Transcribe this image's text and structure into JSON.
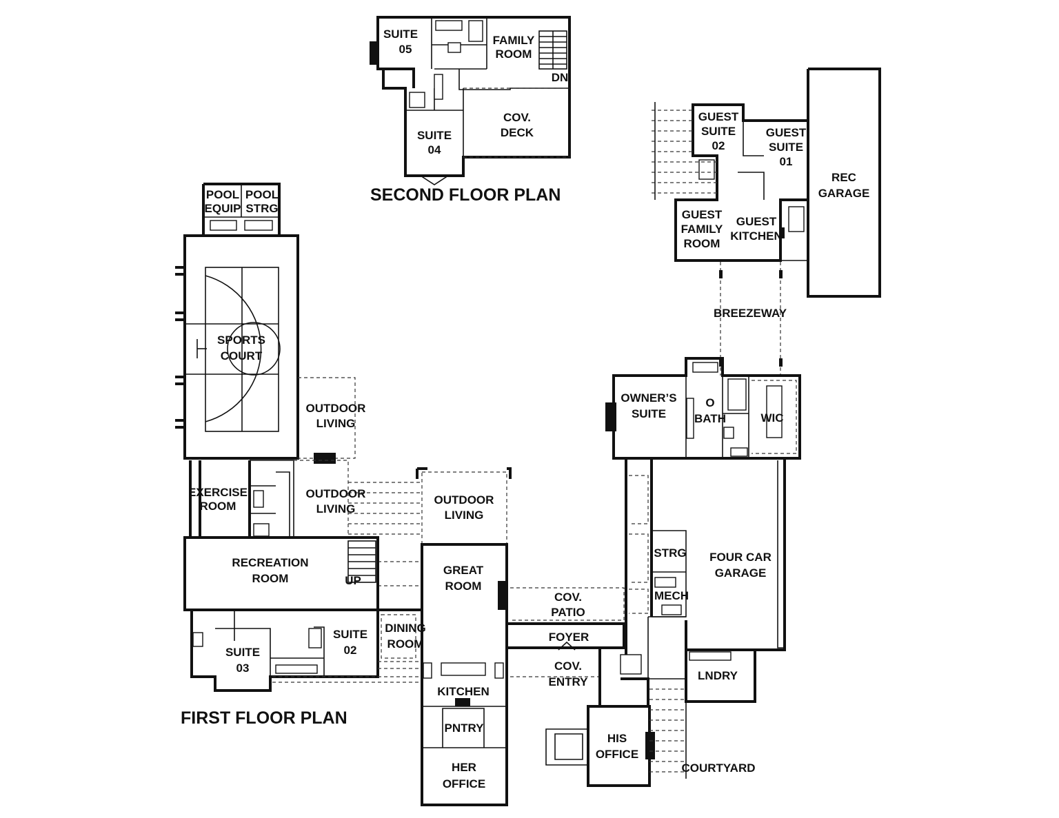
{
  "titles": {
    "second_floor": "SECOND FLOOR PLAN",
    "first_floor": "FIRST FLOOR PLAN"
  },
  "rooms": {
    "suite_05": [
      "SUITE",
      "05"
    ],
    "family_room": [
      "FAMILY",
      "ROOM"
    ],
    "dn": "DN",
    "cov_deck": [
      "COV.",
      "DECK"
    ],
    "suite_04": [
      "SUITE",
      "04"
    ],
    "guest_suite_02": [
      "GUEST",
      "SUITE",
      "02"
    ],
    "guest_suite_01": [
      "GUEST",
      "SUITE",
      "01"
    ],
    "rec_garage": [
      "REC",
      "GARAGE"
    ],
    "guest_family_room": [
      "GUEST",
      "FAMILY",
      "ROOM"
    ],
    "guest_kitchen": [
      "GUEST",
      "KITCHEN"
    ],
    "breezeway": "BREEZEWAY",
    "pool_equip": [
      "POOL",
      "EQUIP"
    ],
    "pool_strg": [
      "POOL",
      "STRG"
    ],
    "sports_court": [
      "SPORTS",
      "COURT"
    ],
    "outdoor_living_1": [
      "OUTDOOR",
      "LIVING"
    ],
    "exercise_room": [
      "EXERCISE",
      "ROOM"
    ],
    "outdoor_living_2": [
      "OUTDOOR",
      "LIVING"
    ],
    "outdoor_living_3": [
      "OUTDOOR",
      "LIVING"
    ],
    "recreation_room": [
      "RECREATION",
      "ROOM"
    ],
    "up": "UP",
    "great_room": [
      "GREAT",
      "ROOM"
    ],
    "cov_patio": [
      "COV.",
      "PATIO"
    ],
    "owners_suite": [
      "OWNER’S",
      "SUITE"
    ],
    "o_bath": [
      "O",
      "BATH"
    ],
    "wic": "WIC",
    "strg": "STRG",
    "four_car_garage": [
      "FOUR CAR",
      "GARAGE"
    ],
    "mech": "MECH",
    "suite_03": [
      "SUITE",
      "03"
    ],
    "suite_02": [
      "SUITE",
      "02"
    ],
    "dining_room": [
      "DINING",
      "ROOM"
    ],
    "foyer": "FOYER",
    "cov_entry": [
      "COV.",
      "ENTRY"
    ],
    "lndry": "LNDRY",
    "kitchen": "KITCHEN",
    "pntry": "PNTRY",
    "his_office": [
      "HIS",
      "OFFICE"
    ],
    "her_office": [
      "HER",
      "OFFICE"
    ],
    "courtyard": "COURTYARD"
  }
}
